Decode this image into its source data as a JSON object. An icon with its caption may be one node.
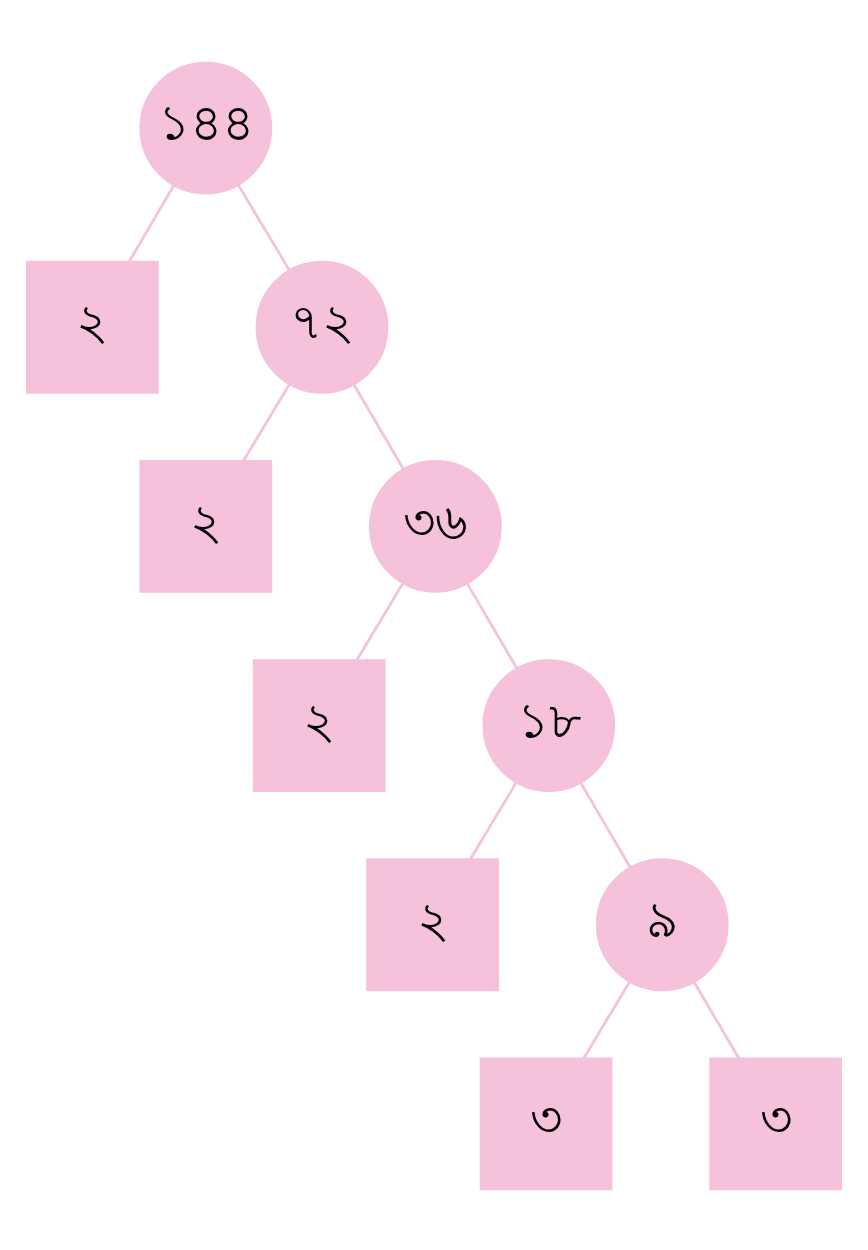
{
  "diagram": {
    "nodes": [
      {
        "text": [
          "১৪৪"
        ]
      },
      {
        "text": [
          "২"
        ]
      },
      {
        "text": [
          "৭২"
        ]
      },
      {
        "text": [
          "২"
        ]
      },
      {
        "text": [
          "৩৬"
        ]
      },
      {
        "text": [
          "২"
        ]
      },
      {
        "text": [
          "১৮"
        ]
      },
      {
        "text": [
          "২"
        ]
      },
      {
        "text": [
          "৯"
        ]
      },
      {
        "text": [
          "৩"
        ]
      },
      {
        "text": [
          "৩"
        ]
      }
    ],
    "edges": [
      {
        "from": 0,
        "to": 1,
        "arrow": "none"
      },
      {
        "from": 0,
        "to": 2,
        "arrow": "none"
      },
      {
        "from": 2,
        "to": 3,
        "arrow": "none"
      },
      {
        "from": 2,
        "to": 4,
        "arrow": "none"
      },
      {
        "from": 4,
        "to": 5,
        "arrow": "none"
      },
      {
        "from": 4,
        "to": 6,
        "arrow": "none"
      },
      {
        "from": 6,
        "to": 7,
        "arrow": "none"
      },
      {
        "from": 6,
        "to": 8,
        "arrow": "none"
      },
      {
        "from": 8,
        "to": 9,
        "arrow": "none"
      },
      {
        "from": 8,
        "to": 10,
        "arrow": "none"
      }
    ]
  }
}
